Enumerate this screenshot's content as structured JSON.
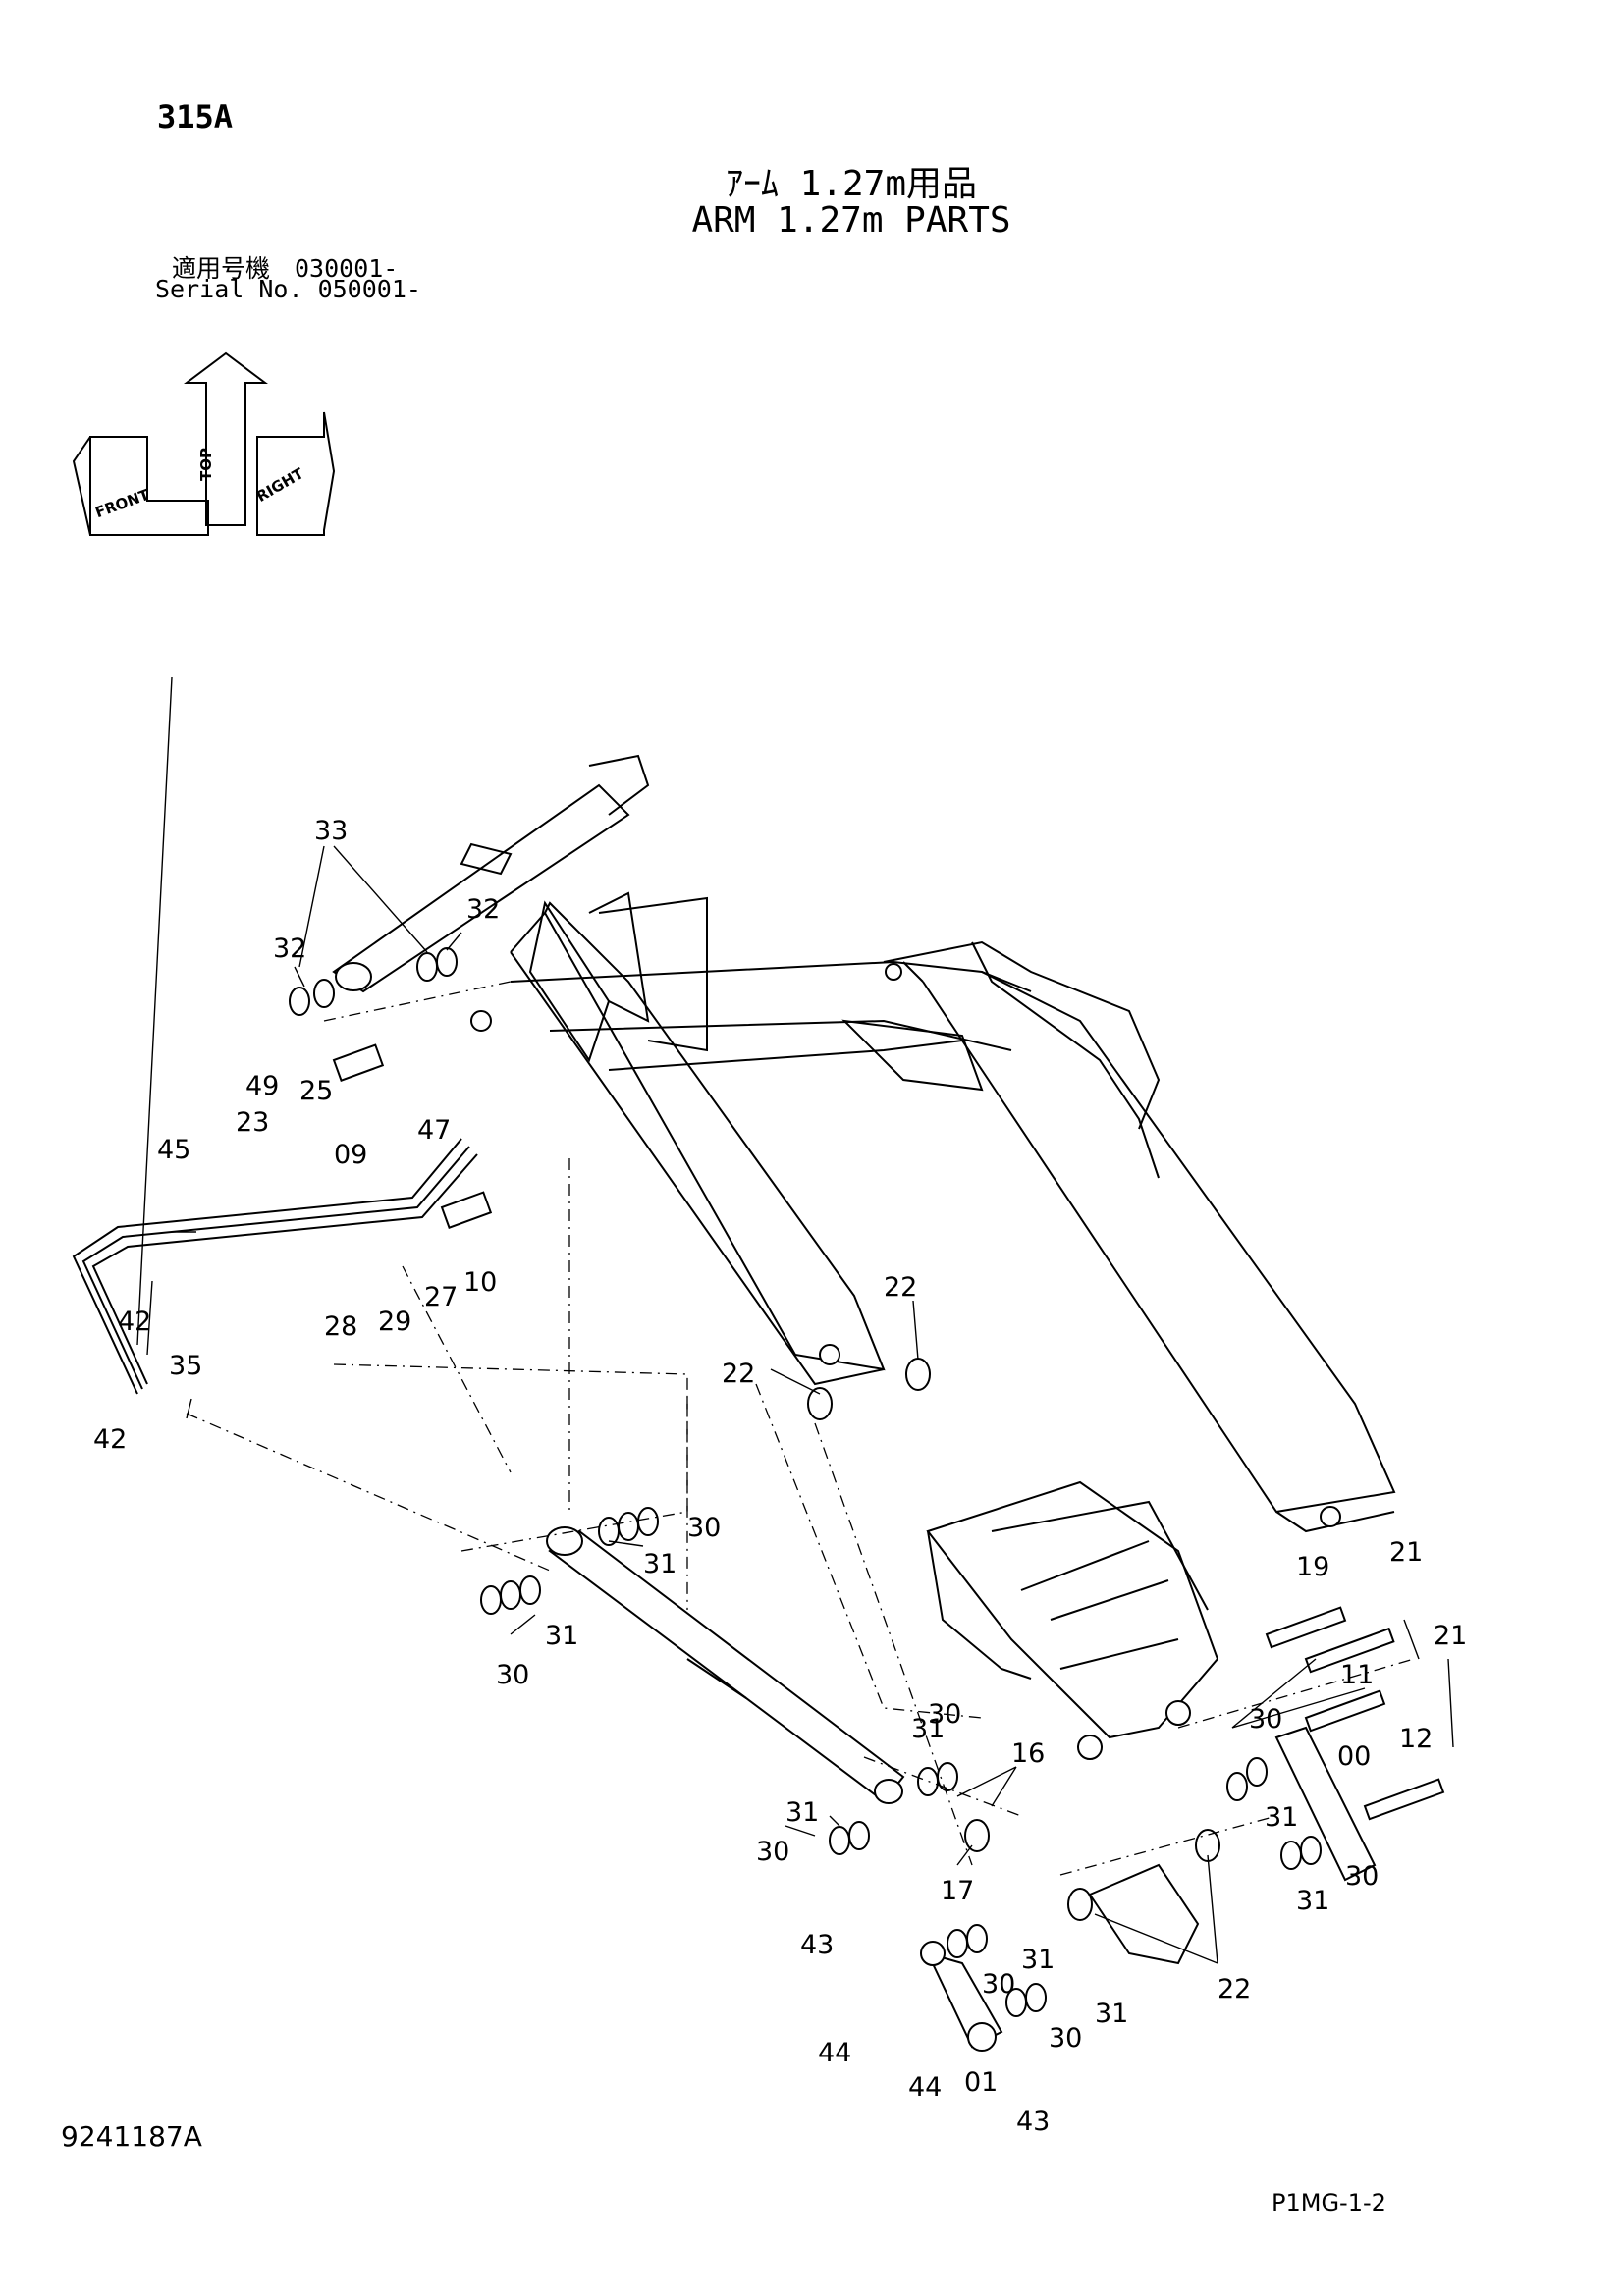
{
  "header": {
    "sheet_code": "315A",
    "title_jp": "ｱｰﾑ 1.27m用品",
    "title_en": "ARM 1.27m PARTS",
    "serial_jp": "適用号機　030001-",
    "serial_en": "Serial No. 050001-"
  },
  "orientation": {
    "top": "TOP",
    "front": "FRONT",
    "right": "RIGHT"
  },
  "callouts": {
    "c33": "33",
    "c32a": "32",
    "c32b": "32",
    "c49": "49",
    "c25": "25",
    "c23": "23",
    "c09": "09",
    "c47": "47",
    "c45": "45",
    "c28": "28",
    "c29": "29",
    "c27": "27",
    "c10": "10",
    "c42a": "42",
    "c42b": "42",
    "c35": "35",
    "c22a": "22",
    "c22b": "22",
    "c22c": "22",
    "c30a": "30",
    "c31a": "31",
    "c31b": "31",
    "c30b": "30",
    "c31c": "31",
    "c30c": "30",
    "c16": "16",
    "c31d": "31",
    "c30d": "30",
    "c17": "17",
    "c43a": "43",
    "c31e": "31",
    "c30e": "30",
    "c31f": "31",
    "c30f": "30",
    "c44a": "44",
    "c44b": "44",
    "c01": "01",
    "c43b": "43",
    "c19": "19",
    "c21a": "21",
    "c21b": "21",
    "c11": "11",
    "c12": "12",
    "c30g": "30",
    "c00": "00",
    "c31g": "31",
    "c31h": "31",
    "c30h": "30"
  },
  "footer": {
    "doc_number": "9241187A",
    "page_ref": "P1MG-1-2"
  }
}
